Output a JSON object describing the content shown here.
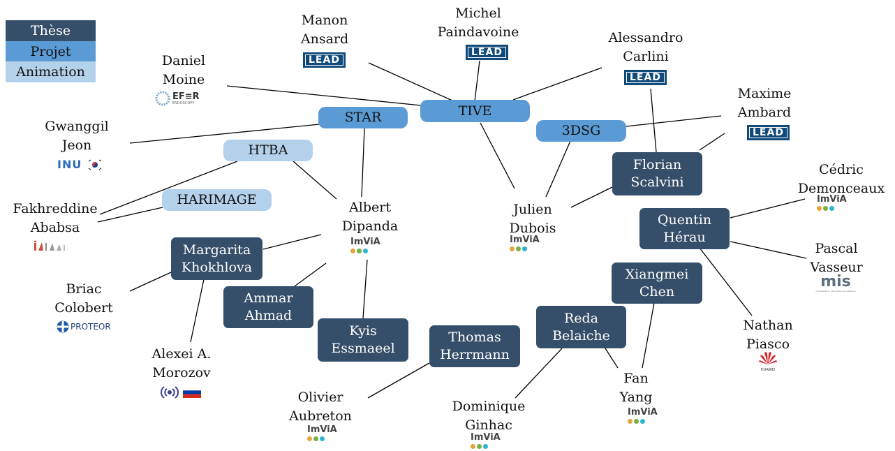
{
  "legend": {
    "these": "Thèse",
    "projet": "Projet",
    "animation": "Animation"
  },
  "colors": {
    "these": "#354e69",
    "projet": "#5b9bd5",
    "animation": "#b4d1ec",
    "edge": "#000000"
  },
  "projects": {
    "tive": "TIVE",
    "star": "STAR",
    "dsg": "3DSG",
    "htba": "HTBA",
    "harimage": "HARIMAGE"
  },
  "theses": {
    "florian": [
      "Florian",
      "Scalvini"
    ],
    "quentin": [
      "Quentin",
      "Hérau"
    ],
    "margarita": [
      "Margarita",
      "Khokhlova"
    ],
    "ammar": [
      "Ammar",
      "Ahmad"
    ],
    "kyis": [
      "Kyis",
      "Essmaeel"
    ],
    "thomas": [
      "Thomas",
      "Herrmann"
    ],
    "reda": [
      "Reda",
      "Belaiche"
    ],
    "xiangmei": [
      "Xiangmei",
      "Chen"
    ]
  },
  "people": {
    "manon": [
      "Manon",
      "Ansard"
    ],
    "michel": [
      "Michel",
      "Paindavoine"
    ],
    "alessandro": [
      "Alessandro",
      "Carlini"
    ],
    "daniel": [
      "Daniel",
      "Moine"
    ],
    "maxime": [
      "Maxime",
      "Ambard"
    ],
    "gwanggil": [
      "Gwanggil",
      "Jeon"
    ],
    "cedric": [
      "Cédric",
      "Demonceaux"
    ],
    "fakhreddine": [
      "Fakhreddine",
      "Ababsa"
    ],
    "albert": [
      "Albert",
      "Dipanda"
    ],
    "julien": [
      "Julien",
      "Dubois"
    ],
    "pascal": [
      "Pascal",
      "Vasseur"
    ],
    "briac": [
      "Briac",
      "Colobert"
    ],
    "nathan": [
      "Nathan",
      "Piasco"
    ],
    "alexei": [
      "Alexei A.",
      "Morozov"
    ],
    "fan": [
      "Fan",
      "Yang"
    ],
    "olivier": [
      "Olivier",
      "Aubreton"
    ],
    "dominique": [
      "Dominique",
      "Ginhac"
    ]
  },
  "logos": {
    "lead": "LEAD",
    "imvia": "ImViA",
    "efer": "EF≡R",
    "efer_sub": "ENDOSCOPY",
    "inu": "INU",
    "mis": "mis",
    "mis_sub": "modélisation, information & systèmes",
    "proteor": "PROTEOR",
    "huawei": "HUAWEI",
    "ababsa_logo": "icons"
  },
  "icons": {
    "korea_flag": "korea-flag-icon",
    "russia_flag": "russia-flag-icon",
    "huawei": "huawei-flower-icon",
    "proteor": "proteor-cross-icon",
    "efer": "efer-ring-icon"
  }
}
